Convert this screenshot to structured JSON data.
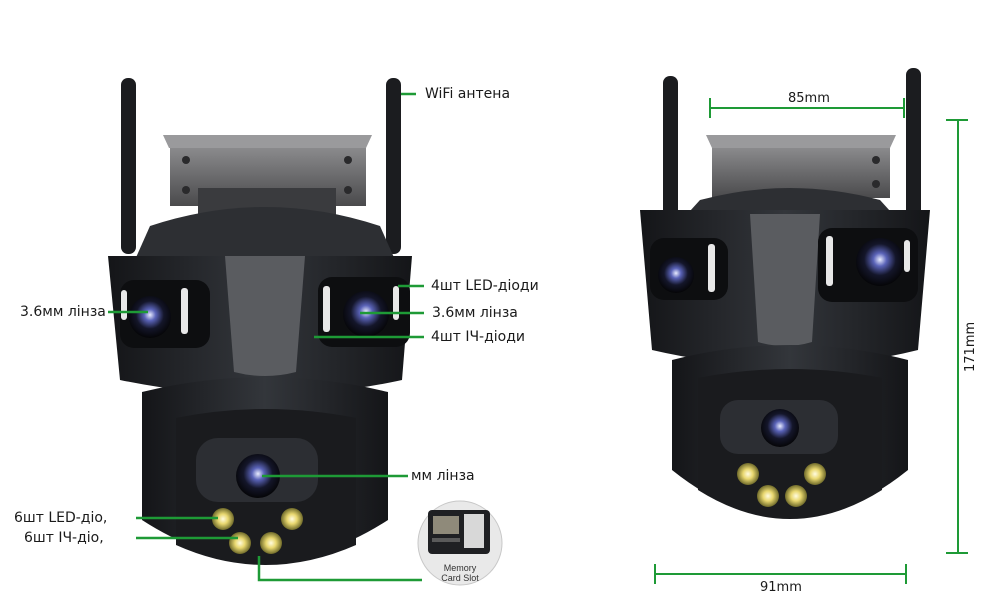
{
  "labels": {
    "wifi": "WiFi антена",
    "lens_left": "3.6мм лінза",
    "led4": "4шт LED-діоди",
    "lens_right": "3.6мм лінза",
    "ir4": "4шт ІЧ-діоди",
    "lens_bottom": "мм лінза",
    "led6": "6шт LED-діо,",
    "ir6": "6шт ІЧ-діо,"
  },
  "card": {
    "line1": "Memory",
    "line2": "Card Slot"
  },
  "dimensions": {
    "width_top": "85mm",
    "width_bottom": "91mm",
    "height": "171mm"
  },
  "colors": {
    "pointer": "#1e9a36",
    "dimension": "#1e9a36",
    "body": "#26282c",
    "metal": "#6e6e70"
  }
}
